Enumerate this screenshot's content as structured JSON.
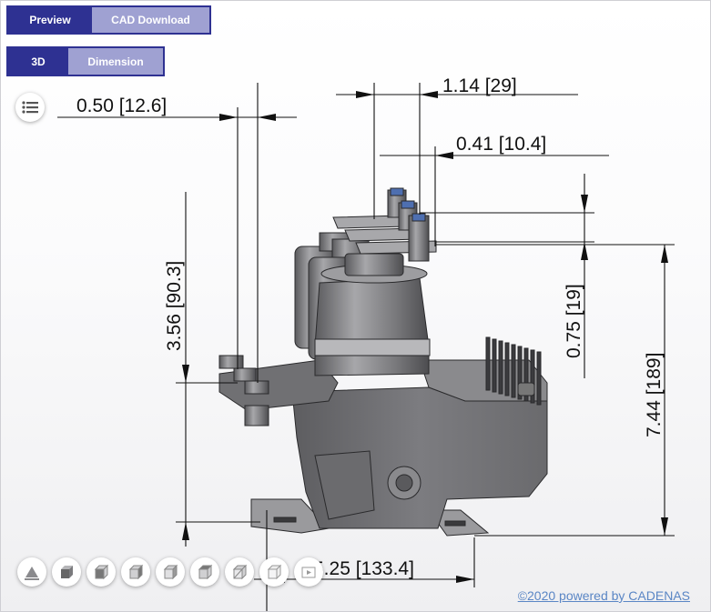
{
  "tabs_top": {
    "preview": "Preview",
    "cad_download": "CAD Download"
  },
  "tabs_view": {
    "three_d": "3D",
    "dimension": "Dimension"
  },
  "dimensions": {
    "d_top_left": "0.50 [12.6]",
    "d_top_mid": "1.14 [29]",
    "d_right_upper": "0.41 [10.4]",
    "d_left_vertical": "3.56 [90.3]",
    "d_right_mid_vertical": "0.75 [19]",
    "d_right_vertical": "7.44 [189]",
    "d_bottom": "5.25 [133.4]"
  },
  "toolbar": {
    "icons": [
      "explode-icon",
      "solid-view-icon",
      "front-view-icon",
      "side-view-icon",
      "top-view-icon",
      "iso-view-icon",
      "wireframe-icon",
      "hidden-line-icon",
      "animation-icon"
    ]
  },
  "footer": {
    "powered_by": "©2020 powered by CADENAS"
  },
  "colors": {
    "accent": "#2e3192",
    "tab_inactive": "#9fa1d2",
    "link": "#5a86c5"
  }
}
